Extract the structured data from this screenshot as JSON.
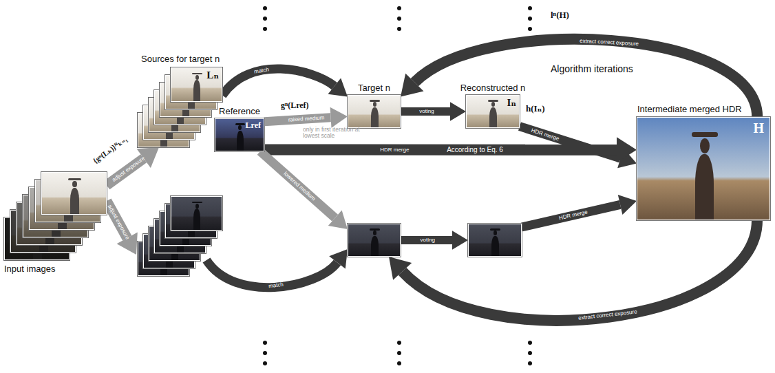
{
  "diagram": {
    "nodes": [
      {
        "text": [
          "Input images"
        ]
      },
      {
        "text": [
          "Sources for target n",
          "Lₙ"
        ]
      },
      {
        "text": [
          "Reference",
          "Lref"
        ]
      },
      {
        "text": [
          "Target n"
        ]
      },
      {
        "text": [
          "Reconstructed n",
          "Iₙ"
        ]
      },
      {
        "text": [
          "Intermediate merged HDR",
          "H"
        ]
      }
    ],
    "edges": [
      {
        "from": 0,
        "to": 1,
        "label": "adjust exposure",
        "arrow": "to"
      },
      {
        "from": 1,
        "to": 3,
        "label": "match",
        "arrow": "to"
      },
      {
        "from": 2,
        "to": 3,
        "label": "raised medium",
        "arrow": "to"
      },
      {
        "from": 3,
        "to": 4,
        "label": "voting",
        "arrow": "to"
      },
      {
        "from": 4,
        "to": 5,
        "label": "HDR merge",
        "arrow": "to"
      },
      {
        "from": 2,
        "to": 5,
        "label": "HDR merge",
        "arrow": "to"
      },
      {
        "from": 5,
        "to": 3,
        "label": "extract correct exposure",
        "arrow": "to"
      }
    ],
    "labels": [
      "{gⁿ(Lₖ)}ᴺₖ₌₁",
      "gⁿ(Lref)",
      "only in first iteration at lowest scale",
      "According to Eq. 6",
      "h(Iₙ)",
      "lⁿ(H)",
      "Algorithm iterations",
      "adjust exposure",
      "lowered medium",
      "match",
      "voting",
      "HDR merge",
      "extract correct exposure"
    ]
  }
}
